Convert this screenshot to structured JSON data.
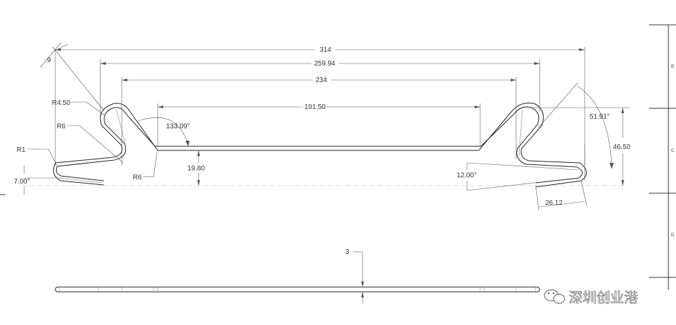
{
  "dimensions": {
    "overall_width": "314",
    "width_2": "259.94",
    "width_3": "234",
    "flat_length": "191.50",
    "height": "46.50",
    "lift": "19.80",
    "wire_thickness": "3",
    "tail_length": "26.12",
    "small_angle_dim": "9"
  },
  "angles": {
    "inner_angle": "133.09°",
    "right_angle": "51.91°",
    "right_tail_angle": "12.00°",
    "left_tail_angle": "7.00°"
  },
  "radii": {
    "r_top": "R4.50",
    "r_mid": "R6",
    "r_tip": "R1",
    "r_bottom": "R6"
  },
  "zones": [
    "B",
    "C",
    "D"
  ],
  "watermark": {
    "text": "深圳创业港"
  }
}
